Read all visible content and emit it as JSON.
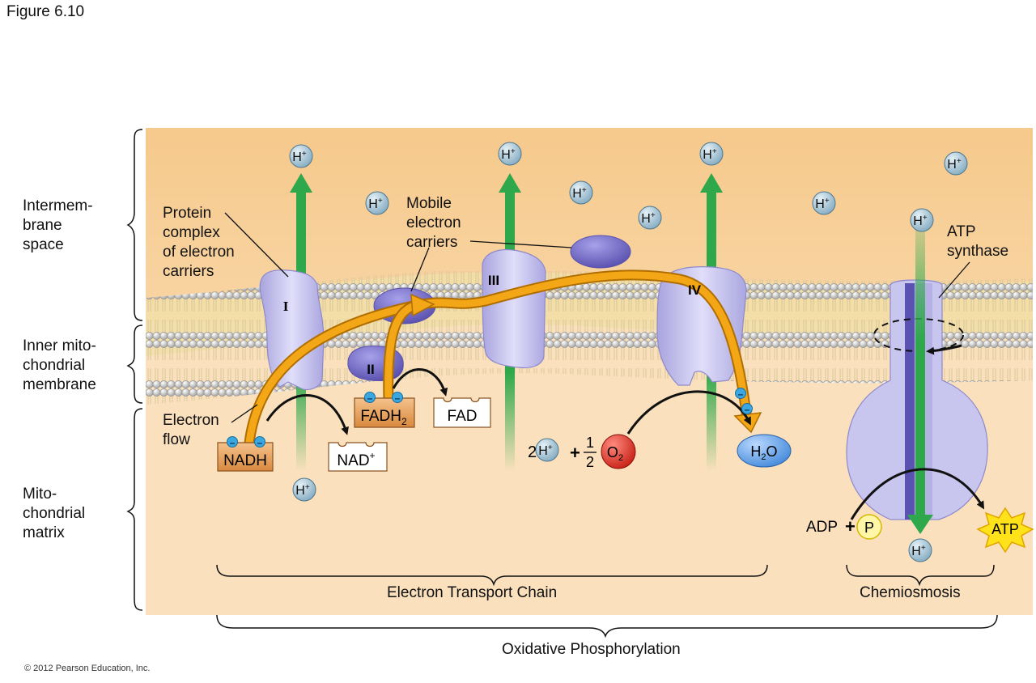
{
  "figure_label": "Figure 6.10",
  "copyright": "© 2012 Pearson Education, Inc.",
  "regions": {
    "intermembrane": [
      "Intermem-",
      "brane",
      "space"
    ],
    "inner_membrane": [
      "Inner mito-",
      "chondrial",
      "membrane"
    ],
    "matrix": [
      "Mito-",
      "chondrial",
      "matrix"
    ]
  },
  "callouts": {
    "protein_complex": [
      "Protein",
      "complex",
      "of electron",
      "carriers"
    ],
    "mobile_carriers": [
      "Mobile",
      "electron",
      "carriers"
    ],
    "electron_flow": [
      "Electron",
      "flow"
    ],
    "atp_synthase": [
      "ATP",
      "synthase"
    ]
  },
  "complexes": {
    "c1": "I",
    "c2": "II",
    "c3": "III",
    "c4": "IV"
  },
  "molecules": {
    "nadh": "NADH",
    "nad_base": "NAD",
    "nad_sup": "+",
    "fadh_base": "FADH",
    "fadh_sub": "2",
    "fad": "FAD",
    "h_base": "H",
    "h_sup": "+",
    "two": "2",
    "plus": "+",
    "half_num": "1",
    "half_den": "2",
    "o2_base": "O",
    "o2_sub": "2",
    "h2o_h": "H",
    "h2o_sub": "2",
    "h2o_o": "O",
    "adp": "ADP",
    "p": "P",
    "atp": "ATP",
    "electron": "–"
  },
  "sections": {
    "etc": "Electron Transport Chain",
    "chemiosmosis": "Chemiosmosis",
    "oxphos": "Oxidative Phosphorylation"
  },
  "colors": {
    "intermembrane": "#f6c98c",
    "matrix": "#fae0bc",
    "protein": "#c9c6ec",
    "protein_dark": "#6a62b8",
    "proton_arrow": "#2ea84a",
    "electron_path": "#f3a716",
    "h_ion": "#8fb3c6",
    "oxygen": "#d62a1e",
    "water": "#5b9be0",
    "atp_burst": "#ffe21a"
  }
}
